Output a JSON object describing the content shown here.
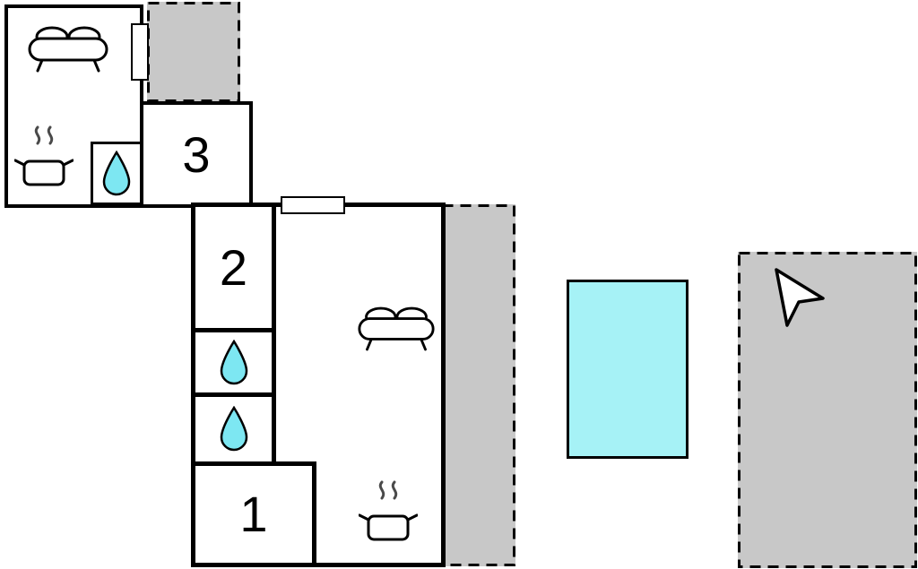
{
  "floorplan": {
    "rooms": {
      "room1": {
        "label": "1"
      },
      "room2": {
        "label": "2"
      },
      "room3": {
        "label": "3"
      }
    },
    "icons": {
      "sofa": "sofa-icon",
      "stove": "stove-icon",
      "water_drop": "water-drop-icon",
      "north_arrow": "north-arrow-icon",
      "window": "window"
    },
    "colors": {
      "walls": "#000000",
      "terrace_fill": "#c8c8c8",
      "terrace_border": "#000000",
      "pool_fill": "#a6f2f6",
      "water_drop_fill": "#7de7f2",
      "steam": "#4a4a4a",
      "background": "#ffffff"
    }
  }
}
